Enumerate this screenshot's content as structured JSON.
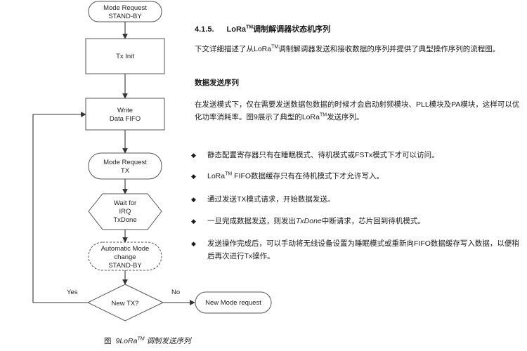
{
  "flowchart": {
    "nodes": {
      "mode_request_standby": [
        "Mode Request",
        "STAND-BY"
      ],
      "tx_init": [
        "Tx Init"
      ],
      "write_fifo": [
        "Write",
        "Data FIFO"
      ],
      "mode_request_tx": [
        "Mode Request",
        "TX"
      ],
      "wait_irq": [
        "Wait for",
        "IRQ",
        "TxDone"
      ],
      "auto_mode_change": [
        "Automatic Mode",
        "change",
        "STAND-BY"
      ],
      "new_tx": [
        "New TX?"
      ],
      "new_mode_request": [
        "New Mode request"
      ]
    },
    "labels": {
      "yes": "Yes",
      "no": "No"
    }
  },
  "section": {
    "number": "4.1.5.",
    "title_prefix": "LoRa",
    "title_tm": "TM",
    "title_suffix": "调制解调器状态机序列"
  },
  "intro": {
    "part1": "下文详细描述了从LoRa",
    "tm": "TM",
    "part2": "调制解调器发送和接收数据的序列并提供了典型操作序列的流程图。"
  },
  "subheading": "数据发送序列",
  "tx_paragraph": {
    "part1": "在发送模式下，仅在需要发送数据包数据的时候才会启动射频模块、PLL模块及PA模块，这样可以优化功率消耗率。图9展示了典型的LoRa",
    "tm": "TM",
    "part2": "发送序列。"
  },
  "bullet_mark": "◆",
  "bullets": {
    "b1": "静态配置寄存器只有在睡眠模式、待机模式或FSTx模式下才可以访问。",
    "b2_prefix": "LoRa",
    "b2_tm": "TM",
    "b2_suffix": " FIFO数据缓存只有在待机模式下才允许写入。",
    "b3": "通过发送TX模式请求，开始数据发送。",
    "b4_prefix": "一旦完成数据发送，则发出",
    "b4_italic": "TxDone",
    "b4_suffix": "中断请求，芯片回到待机模式。",
    "b5": "发送操作完成后，可以手动将无线设备设置为睡眠模式或重新向FIFO数据缓存写入数据，以便稍后再次进行Tx操作。"
  },
  "caption": {
    "figure": "图",
    "number_prefix": "9LoRa",
    "tm": "TM",
    "suffix": " 调制发送序列"
  }
}
